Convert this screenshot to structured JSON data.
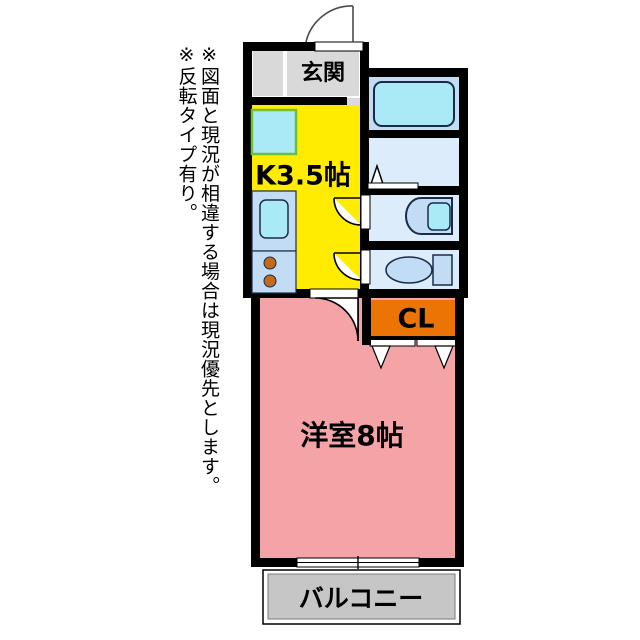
{
  "plan": {
    "title": "apartment-floor-plan",
    "notes": [
      "※図面と現況が相違する場合は現況優先とします。",
      "※反転タイプ有り。"
    ],
    "rooms": [
      {
        "key": "entrance",
        "label": "玄関",
        "fill": "#d9d9d9"
      },
      {
        "key": "kitchen",
        "label": "K3.5帖",
        "fill": "#ffec00"
      },
      {
        "key": "closet",
        "label": "CL",
        "fill": "#ec7404"
      },
      {
        "key": "main_room",
        "label": "洋室8帖",
        "fill": "#f4a3a6"
      },
      {
        "key": "balcony",
        "label": "バルコニー",
        "fill": "#c6c6c6"
      }
    ],
    "fixtures": [
      {
        "key": "bathtub",
        "name": "bathtub",
        "fill": "#aaeaf7"
      },
      {
        "key": "washroom",
        "name": "washroom-floor",
        "fill": "#dcecfa"
      },
      {
        "key": "vanity-basin",
        "name": "vanity-basin",
        "fill": "#aaeaf7"
      },
      {
        "key": "toilet-bowl",
        "name": "toilet-bowl",
        "fill": "#c3dcf5"
      },
      {
        "key": "toilet-tank",
        "name": "toilet-tank",
        "fill": "#c3dcf5"
      },
      {
        "key": "kitchen-sink",
        "name": "kitchen-sink-basin",
        "fill": "#aaeaf7"
      },
      {
        "key": "kitchen-window",
        "name": "kitchen-window-pane",
        "fill": "#aaeaf7"
      },
      {
        "key": "stove-burner",
        "name": "stove-burner",
        "fill": "#c36a1d"
      },
      {
        "key": "shoe-box",
        "name": "shoe-box",
        "fill": "#d9d9d9"
      }
    ],
    "doors": [
      {
        "key": "entrance-door",
        "name": "entrance-swing-door"
      },
      {
        "key": "kitchen-bath-door",
        "name": "washroom-swing-door"
      },
      {
        "key": "kitchen-toilet-door",
        "name": "toilet-swing-door"
      },
      {
        "key": "kitchen-room-door",
        "name": "room-swing-door"
      },
      {
        "key": "closet-doors",
        "name": "closet-folding-doors"
      },
      {
        "key": "balcony-slider",
        "name": "balcony-sliding-door"
      }
    ],
    "colors": {
      "wall": "#000000",
      "kitchen": "#ffec00",
      "room": "#f4a3a6",
      "closet": "#ec7404",
      "balcony": "#c6c6c6",
      "entrance": "#d9d9d9",
      "water_light": "#dcecfa",
      "water_mid": "#c3dcf5",
      "water_bright": "#aaeaf7",
      "outline": "#1a2b4a",
      "background": "#ffffff"
    }
  }
}
